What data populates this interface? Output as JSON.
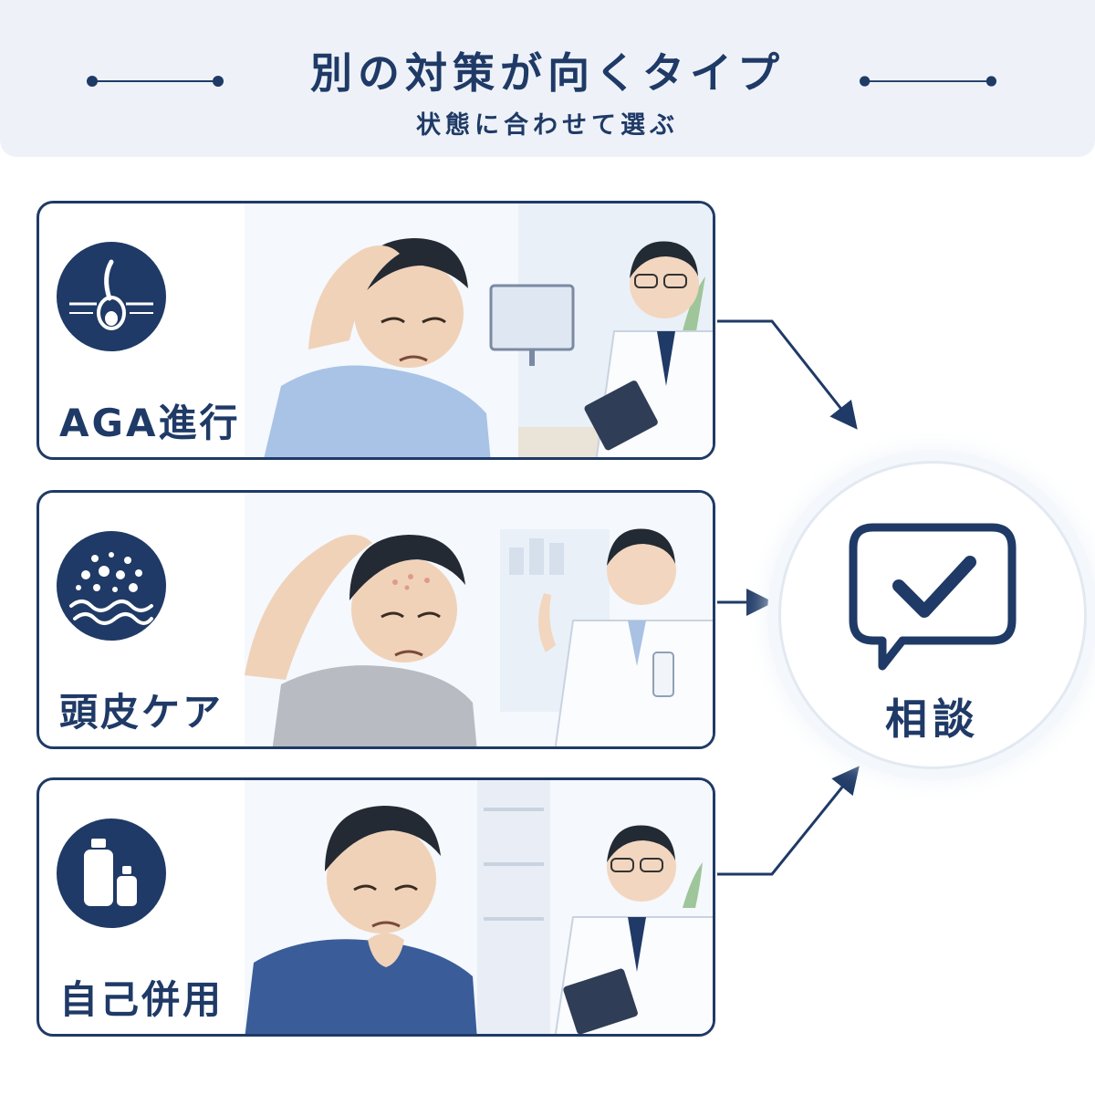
{
  "header": {
    "title": "別の対策が向くタイプ",
    "subtitle": "状態に合わせて選ぶ"
  },
  "cards": [
    {
      "label": "AGA進行",
      "icon": "hair-follicle-icon"
    },
    {
      "label": "頭皮ケア",
      "icon": "scalp-particles-icon"
    },
    {
      "label": "自己併用",
      "icon": "bottles-icon"
    }
  ],
  "consult": {
    "label": "相談",
    "icon": "speech-bubble-check-icon"
  },
  "colors": {
    "navy": "#1f3a66",
    "header_bg": "#eef2f8",
    "ring": "#e3e9f2"
  }
}
